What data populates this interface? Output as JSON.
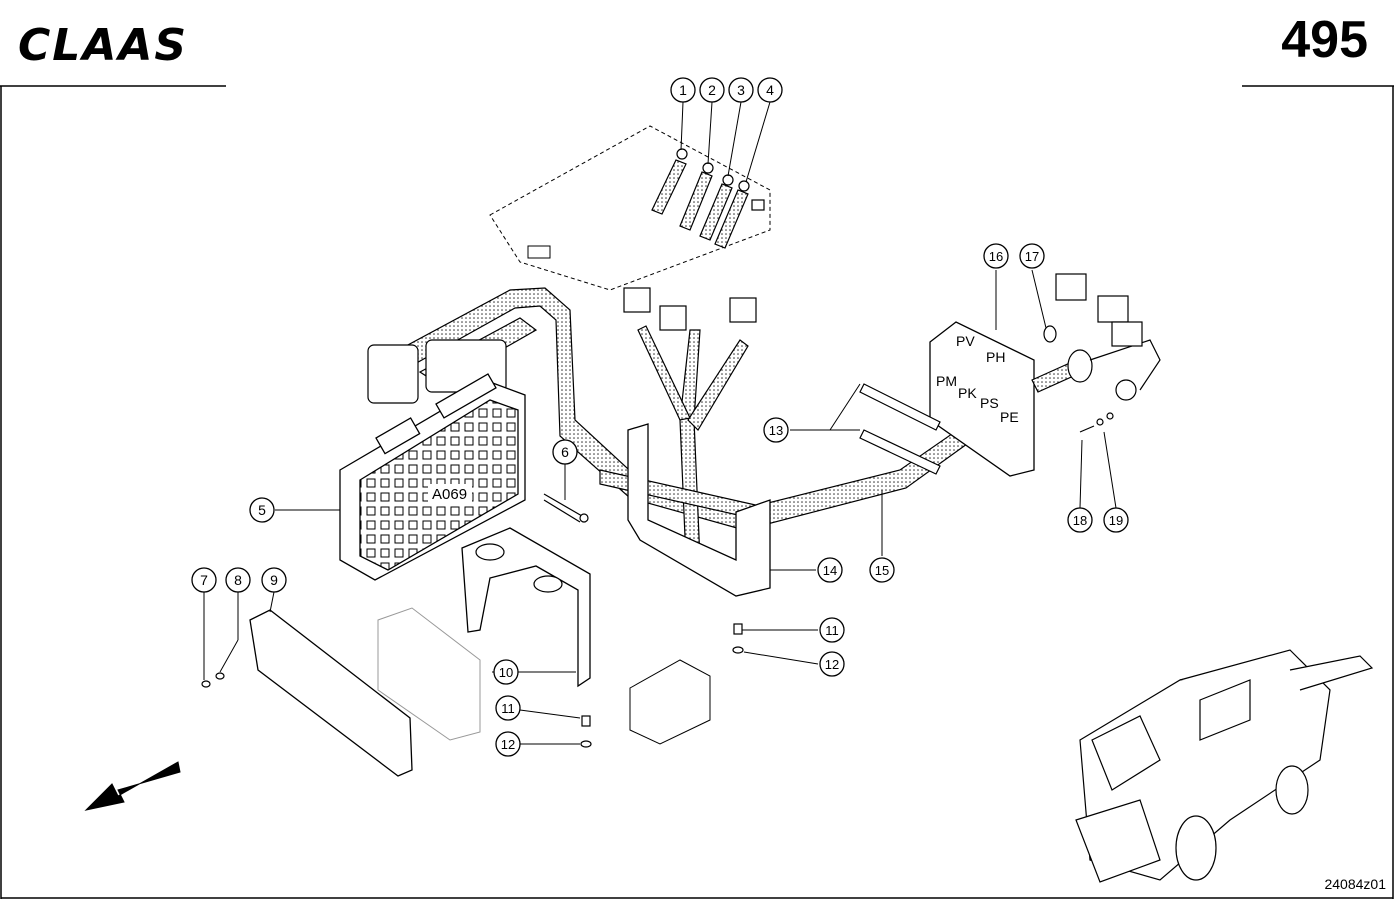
{
  "brand": {
    "logo_text": "CLAAS"
  },
  "page": {
    "number": "495",
    "drawing_id": "24084z01"
  },
  "module_label": "A069",
  "panel_labels": [
    "PV",
    "PH",
    "PM",
    "PK",
    "PS",
    "PE"
  ],
  "callouts": [
    "1",
    "2",
    "3",
    "4",
    "5",
    "6",
    "7",
    "8",
    "9",
    "10",
    "11",
    "12",
    "11",
    "12",
    "13",
    "14",
    "15",
    "16",
    "17",
    "18",
    "19"
  ]
}
